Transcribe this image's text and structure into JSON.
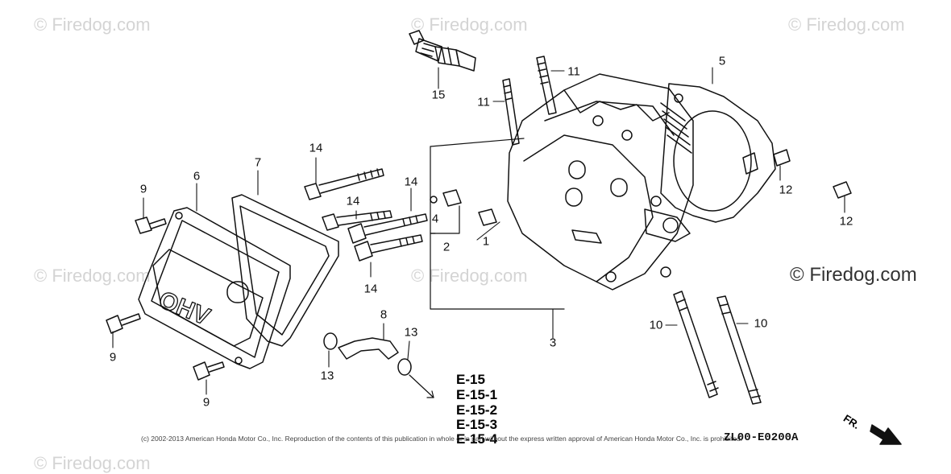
{
  "watermarks": [
    "© Firedog.com",
    "© Firedog.com",
    "© Firedog.com",
    "© Firedog.com",
    "© Firedog.com",
    "© Firedog.com"
  ],
  "watermark_strong": "© Firedog.com",
  "part_labels": [
    {
      "id": "15",
      "text": "15"
    },
    {
      "id": "11a",
      "text": "11"
    },
    {
      "id": "11b",
      "text": "11"
    },
    {
      "id": "5",
      "text": "5"
    },
    {
      "id": "14a",
      "text": "14"
    },
    {
      "id": "7",
      "text": "7"
    },
    {
      "id": "6",
      "text": "6"
    },
    {
      "id": "9a",
      "text": "9"
    },
    {
      "id": "14b",
      "text": "14"
    },
    {
      "id": "14c",
      "text": "14"
    },
    {
      "id": "4",
      "text": "4"
    },
    {
      "id": "2",
      "text": "2"
    },
    {
      "id": "1",
      "text": "1"
    },
    {
      "id": "12a",
      "text": "12"
    },
    {
      "id": "12b",
      "text": "12"
    },
    {
      "id": "14d",
      "text": "14"
    },
    {
      "id": "9b",
      "text": "9"
    },
    {
      "id": "8",
      "text": "8"
    },
    {
      "id": "13a",
      "text": "13"
    },
    {
      "id": "13b",
      "text": "13"
    },
    {
      "id": "3",
      "text": "3"
    },
    {
      "id": "10a",
      "text": "10"
    },
    {
      "id": "10b",
      "text": "10"
    },
    {
      "id": "9c",
      "text": "9"
    }
  ],
  "cover_text": "OHV",
  "references": [
    "E-15",
    "E-15-1",
    "E-15-2",
    "E-15-3",
    "E-15-4"
  ],
  "copyright": "(c) 2002-2013 American Honda Motor Co., Inc. Reproduction of the contents of this publication in whole or in part without the express written approval of American Honda Motor Co., Inc. is prohibited.",
  "diagram_code": "ZL00-E0200A",
  "front_indicator": "FR."
}
